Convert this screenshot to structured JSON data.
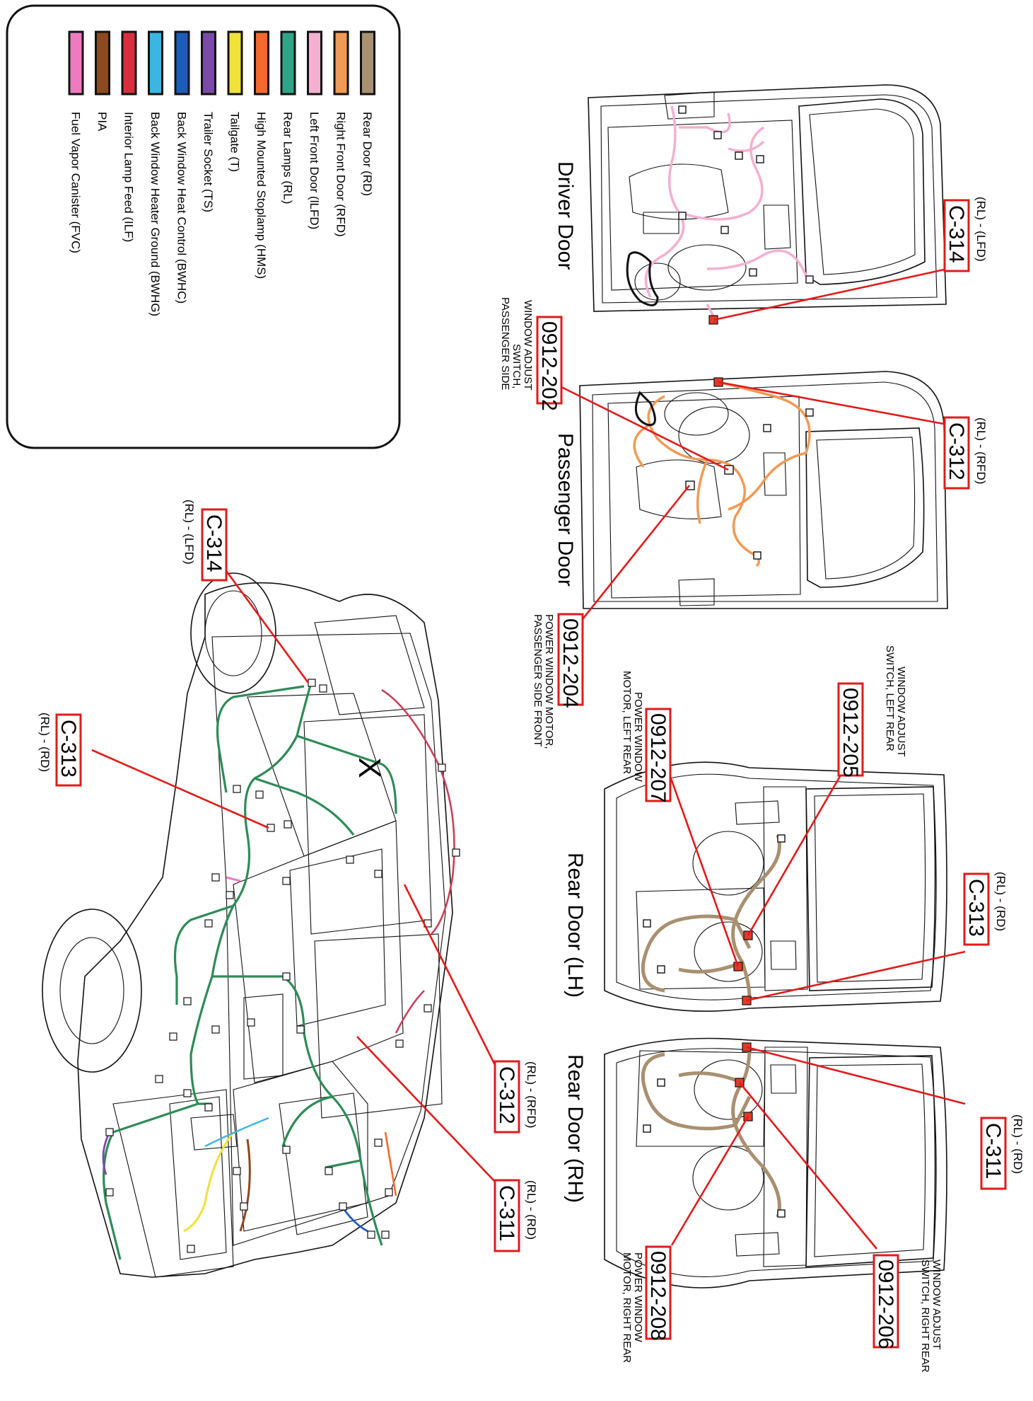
{
  "legend": {
    "items": [
      {
        "label": "Rear Door (RD)",
        "color": "#a89070"
      },
      {
        "label": "Right Front Door (RFD)",
        "color": "#f09a55"
      },
      {
        "label": "Left Front Door (lLFD)",
        "color": "#f4b0d0"
      },
      {
        "label": "Rear Lamps (RL)",
        "color": "#2fa587"
      },
      {
        "label": "High Mounted Stoplamp (HMS)",
        "color": "#f36a2c"
      },
      {
        "label": "Tailgate (T)",
        "color": "#f1e13a"
      },
      {
        "label": "Trailer Socket  (TS)",
        "color": "#7b4aa8"
      },
      {
        "label": "Back Window Heat Control (BWHC)",
        "color": "#1d5db8"
      },
      {
        "label": "Back Window Heater Ground (BWHG)",
        "color": "#3bb6e0"
      },
      {
        "label": "Interior Lamp Feed (ILF)",
        "color": "#d63040"
      },
      {
        "label": "PIA",
        "color": "#8b4a20"
      },
      {
        "label": "Fuel Vapor Canister (FVC)",
        "color": "#f07ac0"
      }
    ]
  },
  "doors": {
    "driver_title": "Driver Door",
    "passenger_title": "Passenger Door",
    "rear_lh_title": "Rear Door (LH)",
    "rear_rh_title": "Rear Door (RH)"
  },
  "connectors": {
    "c314_driver": {
      "id": "C-314",
      "sub": "(RL) - (LFD)"
    },
    "c312_pass": {
      "id": "C-312",
      "sub": "(RL) - (RFD)"
    },
    "c0912_202": {
      "id": "0912-202",
      "desc": [
        "WINDOW ADJUST",
        "SWITCH,",
        "PASSENGER SIDE"
      ]
    },
    "c0912_204": {
      "id": "0912-204",
      "desc": [
        "POWER WINDOW MOTOR,",
        "PASSENGER SIDE FRONT"
      ]
    },
    "c0912_205": {
      "id": "0912-205",
      "desc": [
        "WINDOW ADJUST",
        "SWITCH, LEFT REAR"
      ]
    },
    "c0912_207": {
      "id": "0912-207",
      "desc": [
        "POWER WINDOW",
        "MOTOR, LEFT REAR"
      ]
    },
    "c313_lh": {
      "id": "C-313",
      "sub": "(RL) - (RD)"
    },
    "c311_rh": {
      "id": "C-311",
      "sub": "(RL) - (RD)"
    },
    "c0912_206": {
      "id": "0912-206",
      "desc": [
        "WINDOW ADJUST",
        "SWITCH, RIGHT REAR"
      ]
    },
    "c0912_208": {
      "id": "0912-208",
      "desc": [
        "POWER WINDOW",
        "MOTOR, RIGHT REAR"
      ]
    },
    "c314_car": {
      "id": "C-314",
      "sub": "(RL) - (LFD)"
    },
    "c313_car": {
      "id": "C-313",
      "sub": "(RL) - (RD)"
    },
    "c312_car": {
      "id": "C-312",
      "sub": "(RL) - (RFD)"
    },
    "c311_car": {
      "id": "C-311",
      "sub": "(RL) - (RD)"
    }
  },
  "vehicle": {
    "roof_mark": "X"
  },
  "colors": {
    "leader": "#e01b1b",
    "harness_main": "#2e8b57"
  }
}
